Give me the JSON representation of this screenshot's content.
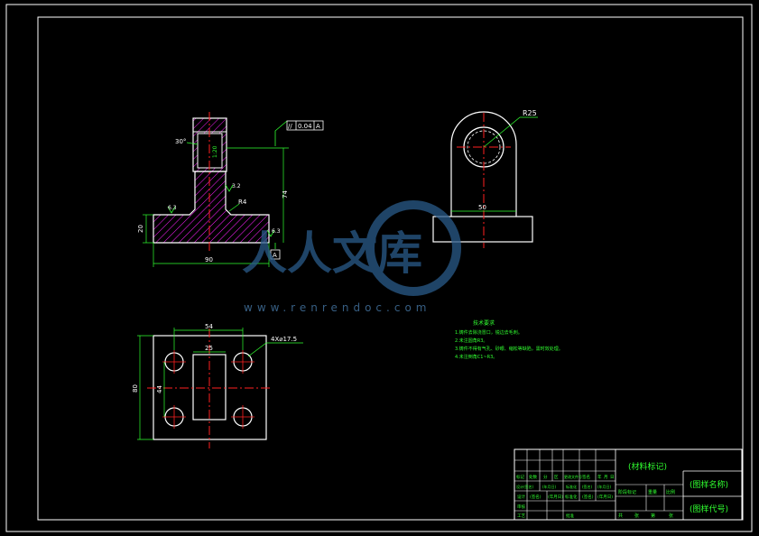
{
  "colors": {
    "background": "#000000",
    "outline": "#ffffff",
    "center_line": "#ff2020",
    "hatch": "#ff20ff",
    "dimension": "#30ff30",
    "leader": "#00e5ff",
    "watermark": "#2a5b8a"
  },
  "front_view": {
    "angle_label": "30°",
    "thread_label": "1:20",
    "gdt_symbol": "//",
    "gdt_value": "0.04",
    "gdt_datum": "A",
    "fillet_label": "R4",
    "height_label": "74",
    "width_label": "90",
    "base_height_label": "20",
    "roughness_top": "3.2",
    "roughness_left": "6.3",
    "roughness_right": "6.3",
    "datum_label": "A"
  },
  "side_view": {
    "radius_label": "R25",
    "width_label": "50"
  },
  "top_view": {
    "hole_spacing_label": "54",
    "slot_width_label": "25",
    "hole_label": "4X⌀17.5",
    "height_label": "80",
    "inner_spacing_label": "44"
  },
  "tech_requirements": {
    "title": "技术要求",
    "items": [
      "1.铸件去除浇冒口，锐边去毛刺。",
      "2.未注圆角R3。",
      "3.铸件不得有气孔、砂眼、缩松等缺陷，需时效处理。",
      "4.未注倒角C1~R3。"
    ]
  },
  "title_block": {
    "material_mark": "(材料标记)",
    "drawing_name": "(图样名称)",
    "drawing_code": "(图样代号)",
    "row_labels_r2": [
      "标记",
      "处数",
      "分",
      "区",
      "更改文件号",
      "签名",
      "年",
      "月",
      "日"
    ],
    "row_labels_r3": [
      "设计(签名)",
      "(年月日)",
      "标准化",
      "(签名)",
      "(年月日)"
    ],
    "stage_labels": [
      "阶段标记",
      "重量",
      "比例"
    ],
    "row_labels_r4": [
      "设计",
      "(签名)",
      "(年月日)",
      "标准化",
      "(签名)",
      "(年月日)"
    ],
    "row_labels_r5": [
      "审核"
    ],
    "row_labels_r6": [
      "工艺",
      "批准"
    ],
    "sheet_labels": [
      "共",
      "张",
      "第",
      "张"
    ]
  },
  "watermark": {
    "brand": "人人文库",
    "url": "www.renrendoc.com"
  }
}
